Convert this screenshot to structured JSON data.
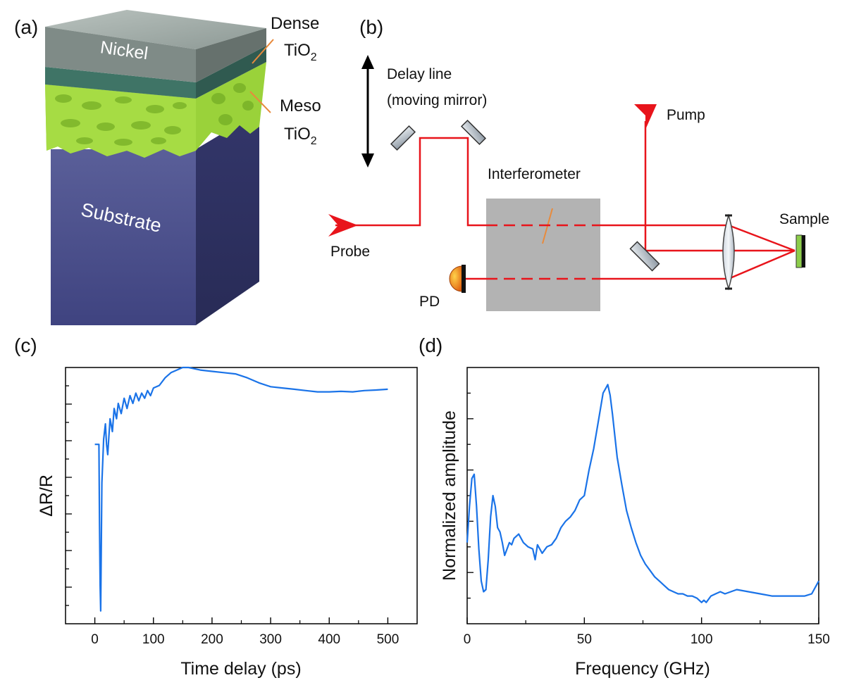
{
  "panels": {
    "a": {
      "label": "(a)",
      "nickel": "Nickel",
      "substrate": "Substrate",
      "dense_line1": "Dense",
      "dense_line2_base": "TiO",
      "dense_line2_sub": "2",
      "meso_line1": "Meso",
      "meso_line2_base": "TiO",
      "meso_line2_sub": "2"
    },
    "b": {
      "label": "(b)",
      "delay_line1": "Delay line",
      "delay_line2": "(moving mirror)",
      "pump": "Pump",
      "interferometer": "Interferometer",
      "probe": "Probe",
      "pd": "PD",
      "sample": "Sample"
    },
    "c": {
      "label": "(c)"
    },
    "d": {
      "label": "(d)"
    }
  },
  "colors": {
    "trace": "#1a73e8",
    "beam": "#e8141b",
    "interferometer_box": "#b3b3b3",
    "nickel": "#8e9a96",
    "meso": "#9ad23a",
    "substrate": "#4b4f8a",
    "sample": "#8ccd4a"
  },
  "chart_data": [
    {
      "type": "line",
      "panel": "(c)",
      "xlabel": "Time delay (ps)",
      "ylabel": "ΔR/R",
      "xlim": [
        -50,
        550
      ],
      "ylim": [
        0,
        100
      ],
      "xticks": [
        0,
        100,
        200,
        300,
        400,
        500
      ],
      "y_tick_labels": false,
      "x": [
        0,
        5,
        7,
        8,
        9,
        10,
        12,
        15,
        18,
        20,
        22,
        24,
        26,
        30,
        33,
        37,
        40,
        45,
        50,
        55,
        60,
        65,
        70,
        75,
        80,
        85,
        90,
        95,
        100,
        110,
        120,
        130,
        140,
        150,
        160,
        170,
        180,
        200,
        220,
        240,
        260,
        280,
        300,
        320,
        340,
        360,
        380,
        400,
        420,
        440,
        460,
        480,
        500
      ],
      "y": [
        70,
        70,
        70,
        40,
        15,
        5,
        55,
        72,
        78,
        70,
        66,
        73,
        80,
        75,
        84,
        80,
        86,
        82,
        88,
        84,
        89,
        86,
        90,
        87,
        90,
        88,
        91,
        89,
        92,
        93,
        96,
        98,
        99,
        100,
        100,
        99.5,
        99,
        98.5,
        98,
        97.5,
        96,
        94,
        92.5,
        92,
        91.5,
        91,
        90.5,
        90.5,
        90.7,
        90.5,
        91,
        91.2,
        91.5
      ]
    },
    {
      "type": "line",
      "panel": "(d)",
      "xlabel": "Frequency (GHz)",
      "ylabel": "Normalized amplitude",
      "xlim": [
        0,
        150
      ],
      "ylim": [
        -0.1,
        1.1
      ],
      "xticks": [
        0,
        50,
        100,
        150
      ],
      "y_tick_labels": false,
      "x": [
        0,
        1,
        2,
        3,
        4,
        5,
        6,
        7,
        8,
        9,
        10,
        11,
        12,
        13,
        14,
        15,
        16,
        17,
        18,
        19,
        20,
        22,
        24,
        26,
        28,
        29,
        30,
        32,
        34,
        36,
        38,
        40,
        42,
        44,
        46,
        48,
        50,
        52,
        54,
        56,
        58,
        59,
        60,
        61,
        62,
        63,
        64,
        66,
        68,
        70,
        72,
        74,
        76,
        78,
        80,
        82,
        84,
        86,
        88,
        90,
        92,
        94,
        96,
        98,
        100,
        101,
        102,
        104,
        106,
        108,
        110,
        115,
        120,
        125,
        130,
        135,
        140,
        144,
        147,
        150
      ],
      "y": [
        0.28,
        0.45,
        0.58,
        0.6,
        0.45,
        0.25,
        0.1,
        0.05,
        0.06,
        0.2,
        0.4,
        0.5,
        0.45,
        0.35,
        0.33,
        0.28,
        0.22,
        0.25,
        0.28,
        0.27,
        0.3,
        0.32,
        0.28,
        0.26,
        0.25,
        0.2,
        0.27,
        0.23,
        0.26,
        0.27,
        0.3,
        0.35,
        0.38,
        0.4,
        0.43,
        0.48,
        0.5,
        0.62,
        0.72,
        0.85,
        0.98,
        1.0,
        1.02,
        0.97,
        0.88,
        0.78,
        0.68,
        0.55,
        0.43,
        0.35,
        0.28,
        0.22,
        0.18,
        0.15,
        0.12,
        0.1,
        0.08,
        0.06,
        0.05,
        0.04,
        0.04,
        0.03,
        0.03,
        0.02,
        0.0,
        0.01,
        0.0,
        0.03,
        0.04,
        0.05,
        0.04,
        0.06,
        0.05,
        0.04,
        0.03,
        0.03,
        0.03,
        0.03,
        0.04,
        0.1
      ]
    }
  ]
}
